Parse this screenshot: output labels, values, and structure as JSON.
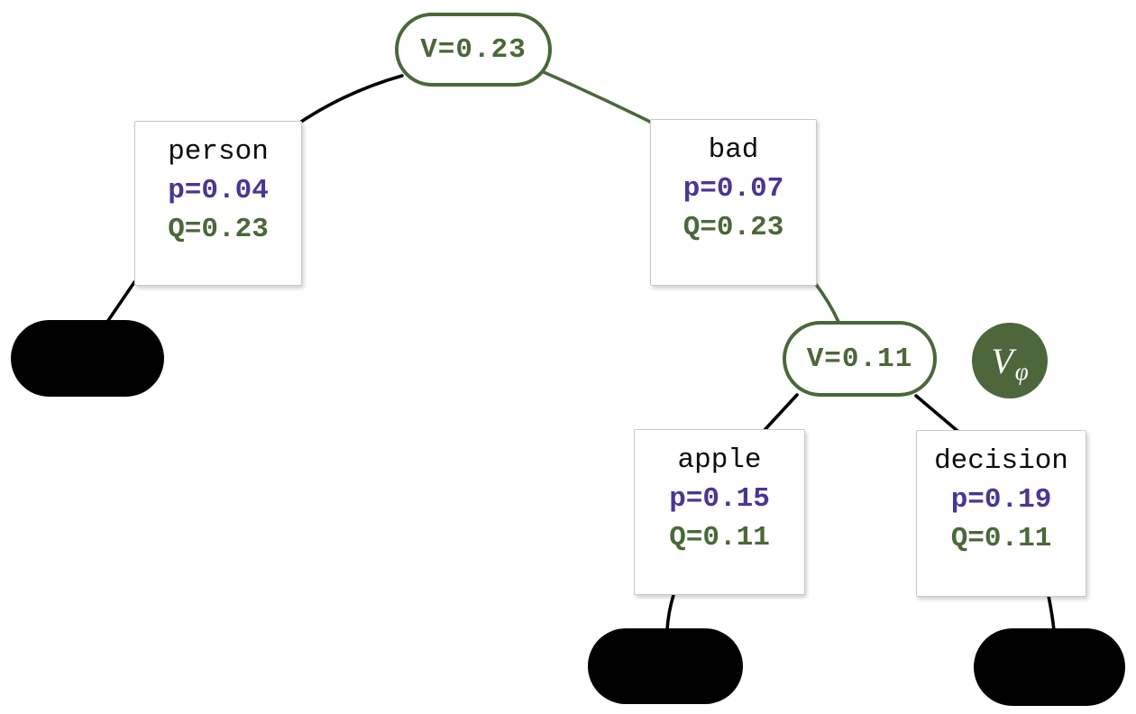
{
  "diagram": {
    "description": "search tree with value estimates",
    "colors": {
      "value_green": "#4a6838",
      "badge_green": "#4d663c",
      "prior_purple": "#4b3594",
      "edge_black": "#000000",
      "terminal_black": "#000000",
      "box_border": "#c9c9c9",
      "background": "#ffffff"
    },
    "value_nodes": [
      {
        "id": "root",
        "label": "V=0.23"
      },
      {
        "id": "expanded",
        "label": "V=0.11"
      }
    ],
    "word_nodes": [
      {
        "id": "person",
        "word": "person",
        "p": "p=0.04",
        "q": "Q=0.23"
      },
      {
        "id": "bad",
        "word": "bad",
        "p": "p=0.07",
        "q": "Q=0.23"
      },
      {
        "id": "apple",
        "word": "apple",
        "p": "p=0.15",
        "q": "Q=0.11"
      },
      {
        "id": "decision",
        "word": "decision",
        "p": "p=0.19",
        "q": "Q=0.11"
      }
    ],
    "terminal_nodes": [
      {
        "id": "terminal-left"
      },
      {
        "id": "terminal-middle"
      },
      {
        "id": "terminal-right"
      }
    ],
    "badge": {
      "v": "V",
      "sub": "φ"
    },
    "edges": [
      {
        "from": "root",
        "to": "person",
        "color": "#000000"
      },
      {
        "from": "root",
        "to": "bad",
        "color": "#4a6838"
      },
      {
        "from": "person",
        "to": "terminal-left",
        "color": "#000000"
      },
      {
        "from": "bad",
        "to": "expanded",
        "color": "#4a6838"
      },
      {
        "from": "expanded",
        "to": "apple",
        "color": "#000000"
      },
      {
        "from": "expanded",
        "to": "decision",
        "color": "#000000"
      },
      {
        "from": "apple",
        "to": "terminal-middle",
        "color": "#000000"
      },
      {
        "from": "decision",
        "to": "terminal-right",
        "color": "#000000"
      }
    ]
  }
}
